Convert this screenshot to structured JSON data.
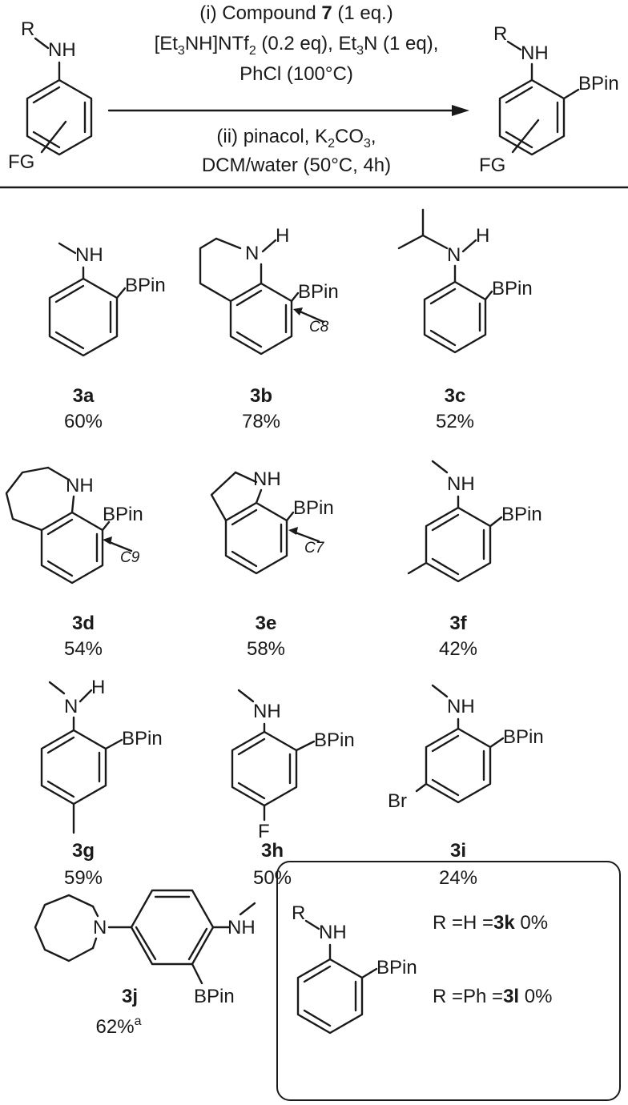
{
  "reaction": {
    "reactant": {
      "r_label": "R",
      "nh_label": "NH",
      "fg_label": "FG"
    },
    "conditions_top": {
      "line1_prefix": "(i) Compound ",
      "line1_bold": "7",
      "line1_suffix": " (1 eq.)",
      "line2": "[Et3NH]NTf2 (0.2 eq), Et3N (1 eq),",
      "line3": "PhCl (100°C)"
    },
    "conditions_bottom": {
      "line1": "(ii) pinacol, K2CO3,",
      "line2": "DCM/water (50°C, 4h)"
    },
    "product": {
      "r_label": "R",
      "nh_label": "NH",
      "bpin_label": "BPin",
      "fg_label": "FG"
    }
  },
  "compounds": [
    {
      "id": "3a",
      "yield": "60%",
      "nh": "NH",
      "bpin": "BPin"
    },
    {
      "id": "3b",
      "yield": "78%",
      "n": "N",
      "h": "H",
      "bpin": "BPin",
      "position": "C8"
    },
    {
      "id": "3c",
      "yield": "52%",
      "n": "N",
      "h": "H",
      "bpin": "BPin"
    },
    {
      "id": "3d",
      "yield": "54%",
      "nh": "NH",
      "bpin": "BPin",
      "position": "C9"
    },
    {
      "id": "3e",
      "yield": "58%",
      "nh": "NH",
      "bpin": "BPin",
      "position": "C7"
    },
    {
      "id": "3f",
      "yield": "42%",
      "nh": "NH",
      "bpin": "BPin"
    },
    {
      "id": "3g",
      "yield": "59%",
      "n": "N",
      "h": "H",
      "bpin": "BPin"
    },
    {
      "id": "3h",
      "yield": "50%",
      "nh": "NH",
      "bpin": "BPin",
      "substituent": "F"
    },
    {
      "id": "3i",
      "yield": "24%",
      "nh": "NH",
      "bpin": "BPin",
      "substituent": "Br"
    },
    {
      "id": "3j",
      "yield": "62%",
      "yield_note": "a",
      "n": "N",
      "nh": "NH",
      "bpin": "BPin"
    }
  ],
  "failed_box": {
    "r_label": "R",
    "nh_label": "NH",
    "bpin_label": "BPin",
    "entries": [
      {
        "prefix": "R =H =",
        "id": "3k",
        "yield": " 0%"
      },
      {
        "prefix": "R =Ph =",
        "id": "3l",
        "yield": " 0%"
      }
    ]
  }
}
